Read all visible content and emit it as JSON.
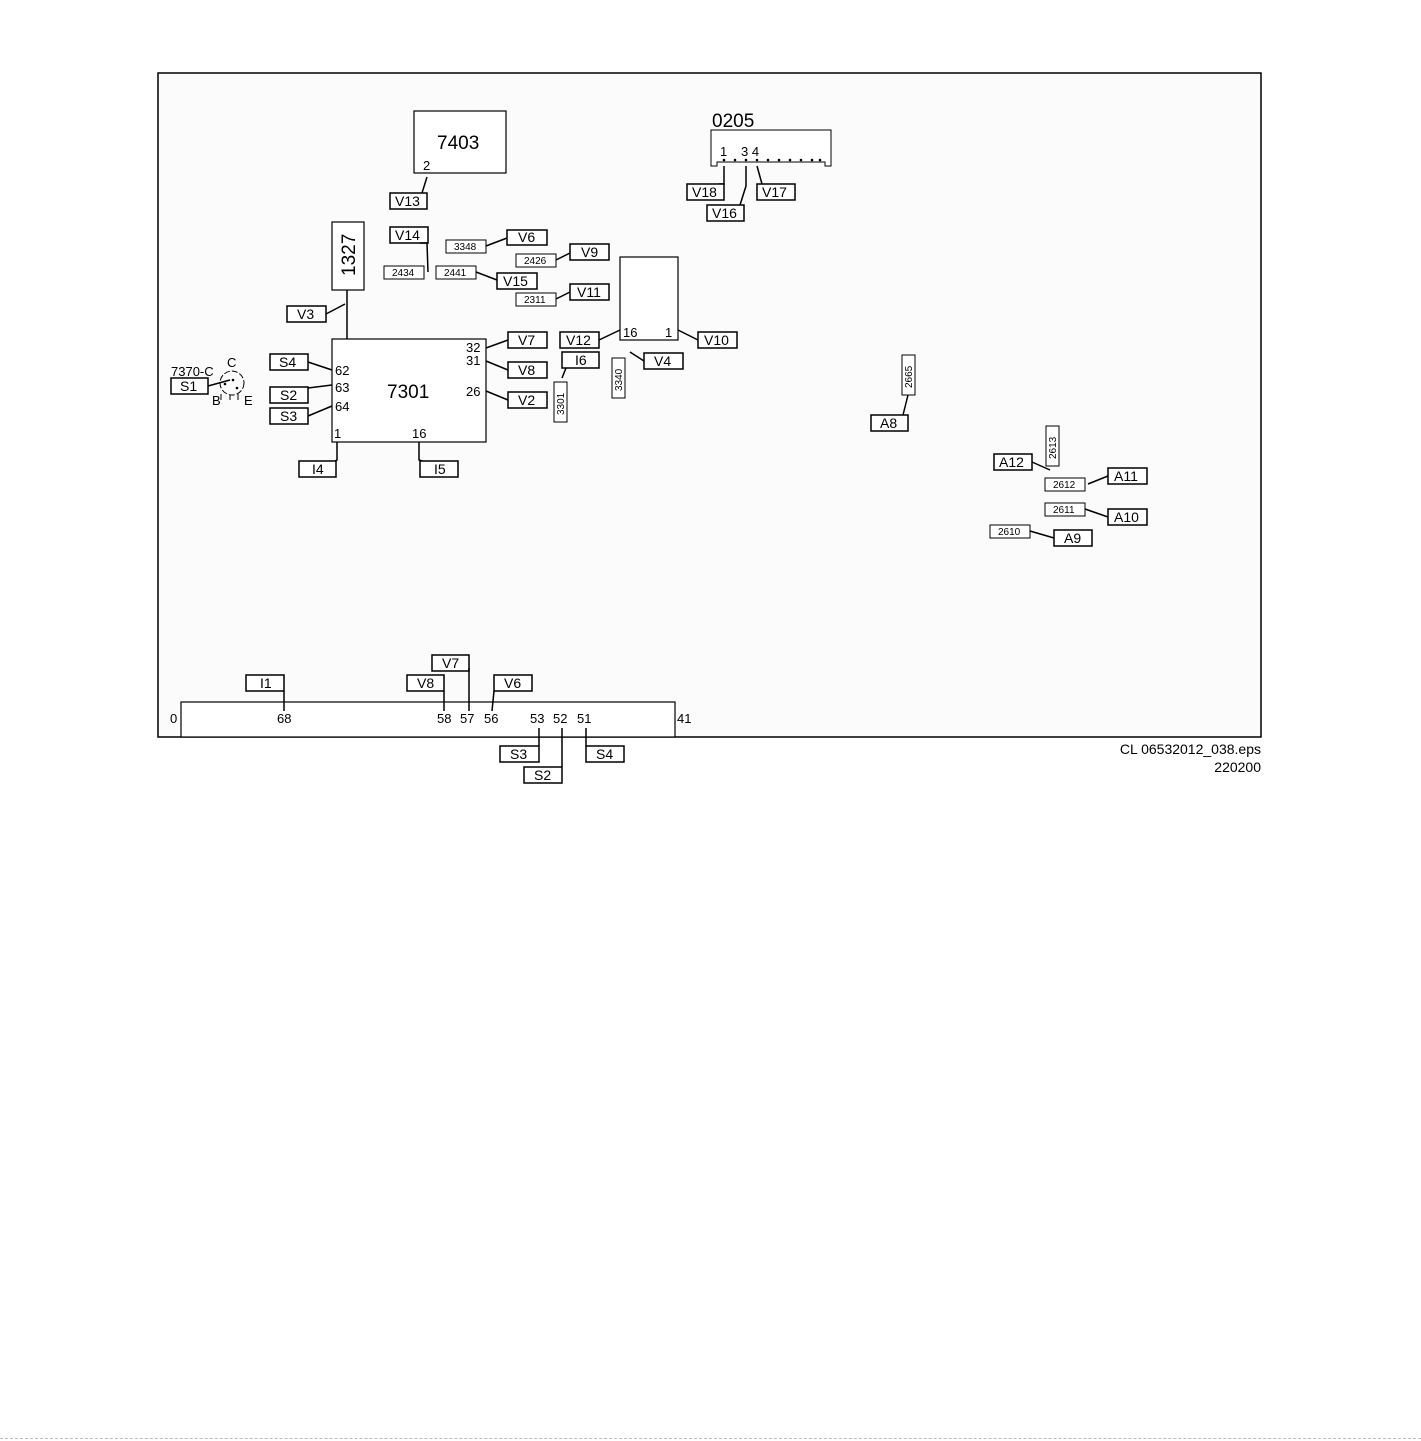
{
  "components": {
    "c7403": {
      "label": "7403",
      "pin": "2"
    },
    "c0205": {
      "label": "0205",
      "pin1": "1",
      "pin34": "3 4"
    },
    "c1327": {
      "label": "1327"
    },
    "c7301": {
      "label": "7301",
      "p62": "62",
      "p63": "63",
      "p64": "64",
      "p32": "32",
      "p31": "31",
      "p26": "26",
      "p1": "1",
      "p16": "16"
    },
    "ic_right": {
      "p16": "16",
      "p1": "1"
    },
    "transistor": {
      "label": "7370-C",
      "c": "C",
      "b": "B",
      "e": "E"
    }
  },
  "parts": {
    "r3348": "3348",
    "r2426": "2426",
    "r2434": "2434",
    "r2441": "2441",
    "r2311": "2311",
    "r3301": "3301",
    "r3340": "3340",
    "r2665": "2665",
    "r2613": "2613",
    "r2612": "2612",
    "r2611": "2611",
    "r2610": "2610"
  },
  "tags": {
    "V13": "V13",
    "V18": "V18",
    "V17": "V17",
    "V16": "V16",
    "V14": "V14",
    "V6": "V6",
    "V9": "V9",
    "V15": "V15",
    "V11": "V11",
    "V3": "V3",
    "V7": "V7",
    "V12": "V12",
    "V10": "V10",
    "S4": "S4",
    "V8": "V8",
    "I6": "I6",
    "V4": "V4",
    "S1": "S1",
    "S2": "S2",
    "V2": "V2",
    "S3": "S3",
    "I4": "I4",
    "I5": "I5",
    "A8": "A8",
    "A12": "A12",
    "A11": "A11",
    "A10": "A10",
    "A9": "A9"
  },
  "connector": {
    "p0": "0",
    "p68": "68",
    "p58": "58",
    "p57": "57",
    "p56": "56",
    "p53": "53",
    "p52": "52",
    "p51": "51",
    "p41": "41",
    "tags": {
      "I1": "I1",
      "V8": "V8",
      "V7": "V7",
      "V6": "V6",
      "S3": "S3",
      "S2": "S2",
      "S4": "S4"
    }
  },
  "footer": {
    "file": "CL 06532012_038.eps",
    "code": "220200"
  }
}
